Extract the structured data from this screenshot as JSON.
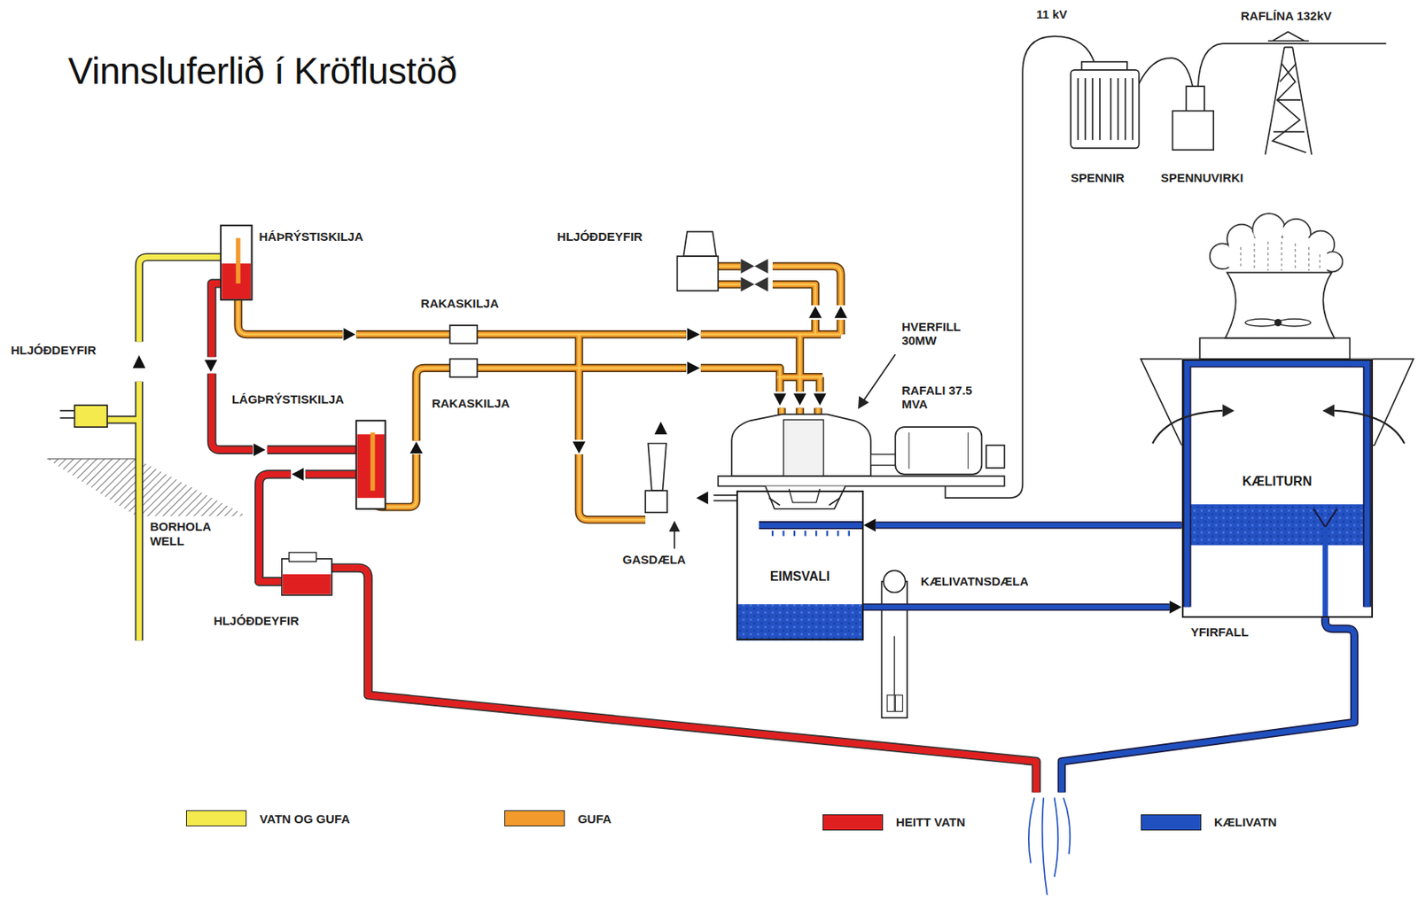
{
  "diagram": {
    "title": "Vinnsluferlið í Kröflustöð",
    "nodes": [
      {
        "text": [
          "EIMSVALI"
        ]
      },
      {
        "text": [
          "KÆLITURN"
        ]
      }
    ],
    "edges": [
      {
        "from": 0,
        "to": 1,
        "arrow": "to"
      },
      {
        "from": 1,
        "to": 0,
        "arrow": "to"
      }
    ],
    "labels": [
      "11 kV",
      "RAFLÍNA 132kV",
      "SPENNIR",
      "SPENNUVIRKI",
      "HÁÞRÝSTISKILJA",
      "HLJÓÐDEYFIR",
      "RAKASKILJA",
      "HVERFILL 30MW",
      "HLJÓÐDEYFIR",
      "RAFALI 37.5 MVA",
      "LÁGÞRÝSTISKILJA",
      "RAKASKILJA",
      "GASDÆLA",
      "BORHOLA WELL",
      "KÆLIVATNSDÆLA",
      "HLJÓÐDEYFIR",
      "YFIRFALL"
    ],
    "legend": [
      {
        "text": "VATN OG GUFA",
        "color": "#f4ea4e"
      },
      {
        "text": "GUFA",
        "color": "#f39a2c"
      },
      {
        "text": "HEITT VATN",
        "color": "#e02020"
      },
      {
        "text": "KÆLIVATN",
        "color": "#2050c0"
      }
    ]
  }
}
